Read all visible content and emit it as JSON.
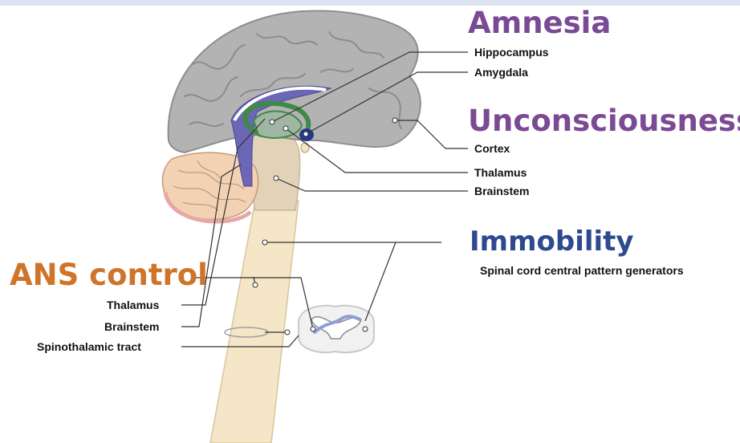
{
  "headings": {
    "amnesia": {
      "text": "Amnesia",
      "color": "#7a4a94"
    },
    "unconsciousness": {
      "text": "Unconsciousness",
      "color": "#7a4a94"
    },
    "immobility": {
      "text": "Immobility",
      "color": "#2e4a8e"
    },
    "ans_control": {
      "text": "ANS control",
      "color": "#d0742a"
    }
  },
  "labels": {
    "hippocampus": "Hippocampus",
    "amygdala": "Amygdala",
    "cortex": "Cortex",
    "thalamus_right": "Thalamus",
    "brainstem_right": "Brainstem",
    "spinal_cpg": "Spinal cord central pattern generators",
    "thalamus_left": "Thalamus",
    "brainstem_left": "Brainstem",
    "spinothalamic": "Spinothalamic tract"
  },
  "colors": {
    "cortex": "#b3b3b3",
    "cerebellum": "#f3d2b3",
    "brainstem": "#e2d3b8",
    "spinal_cord": "#f4e6c6",
    "ventricle": "#6b66b5",
    "thalamus_outline": "#3f8a45",
    "amygdala": "#213a8c"
  }
}
